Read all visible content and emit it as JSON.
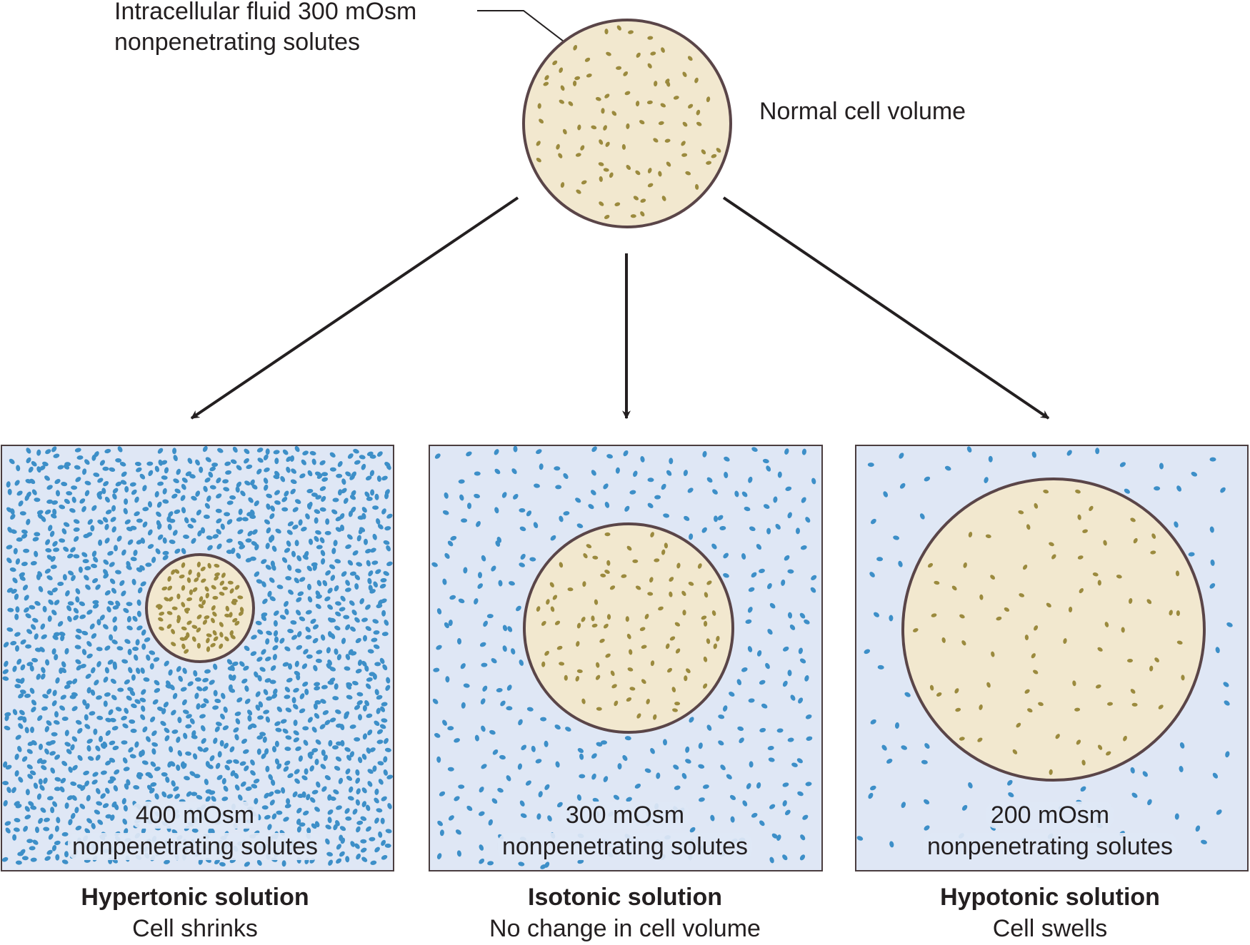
{
  "top": {
    "callout_line1": "Intracellular fluid 300 mOsm",
    "callout_line2": "nonpenetrating solutes",
    "side_label": "Normal cell volume"
  },
  "panels": [
    {
      "concentration": "400 mOsm",
      "solutes": "nonpenetrating solutes",
      "title": "Hypertonic solution",
      "subtitle": "Cell shrinks"
    },
    {
      "concentration": "300 mOsm",
      "solutes": "nonpenetrating solutes",
      "title": "Isotonic solution",
      "subtitle": "No change in cell volume"
    },
    {
      "concentration": "200 mOsm",
      "solutes": "nonpenetrating solutes",
      "title": "Hypotonic solution",
      "subtitle": "Cell swells"
    }
  ],
  "colors": {
    "cell_fill": "#f2e8cf",
    "cell_outline": "#5a4548",
    "intracellular_dot": "#9b8a3e",
    "extracellular_dot": "#3d8fc8",
    "solution_bg": "#dfe7f5",
    "arrow": "#231f20"
  }
}
